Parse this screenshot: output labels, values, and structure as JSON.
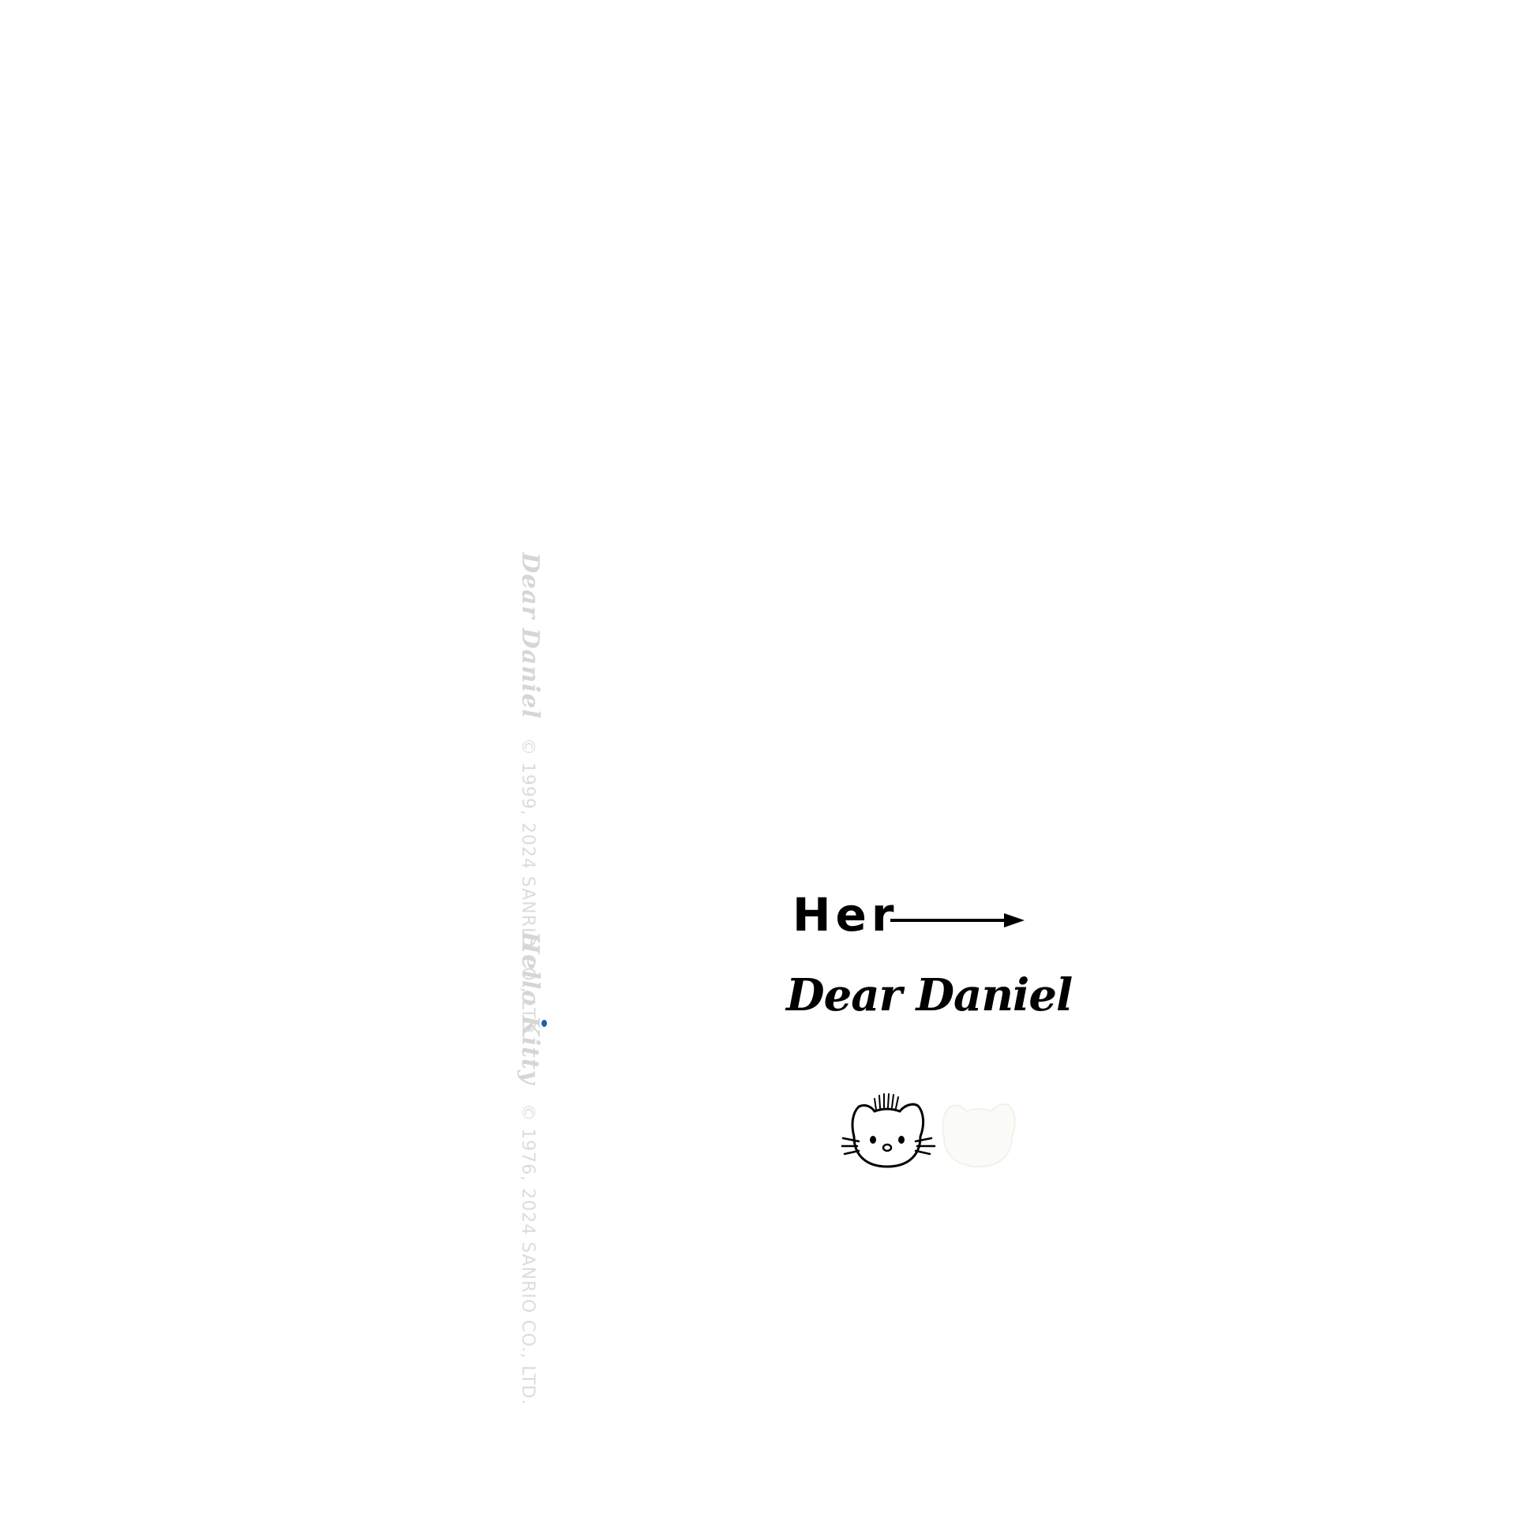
{
  "label": {
    "her": "Her",
    "dear_daniel": "Dear Daniel"
  },
  "side_strip": {
    "script_1": "Dear Daniel",
    "copyright_1": "© 1999, 2024 SANRIO CO., LTD.",
    "script_2": "Hello Kitty",
    "copyright_2": "© 1976, 2024 SANRIO CO., LTD."
  },
  "colors": {
    "background": "#ffffff",
    "ink": "#000000",
    "strip_text": "#dcdcdc",
    "accent_dot": "#1f5fb0"
  },
  "icons": {
    "arrow": "right-arrow-icon",
    "left_head": "dear-daniel-head-icon",
    "right_head": "faint-character-head-icon"
  }
}
